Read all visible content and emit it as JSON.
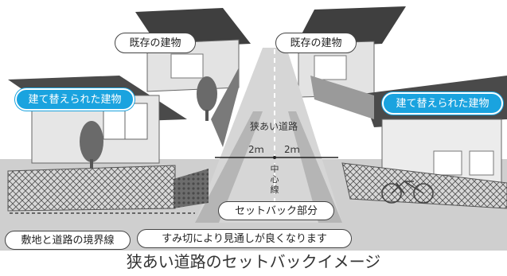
{
  "labels": {
    "existing_left": "既存の建物",
    "existing_right": "既存の建物",
    "rebuilt_left": "建て替えられた建物",
    "rebuilt_right": "建て替えられた建物",
    "narrow_road": "狭あい道路",
    "dist_left": "2ｍ",
    "dist_right": "2ｍ",
    "center_line": "中心線",
    "setback_part": "セットバック部分",
    "boundary_line": "敷地と道路の境界線",
    "corner_cut": "すみ切により見通しが良くなります"
  },
  "caption": "狭あい道路のセットバックイメージ",
  "colors": {
    "accent_blue": "#1aa3df",
    "roof_dark": "#4a4a4a",
    "road": "#cfcfcf",
    "setback": "#b5b5b5"
  }
}
